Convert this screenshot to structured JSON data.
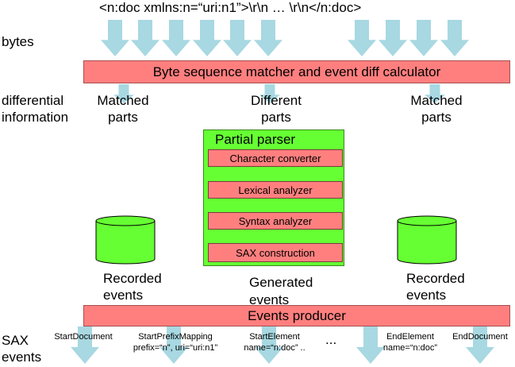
{
  "top_stream": "<n:doc xmlns:n=“uri:n1”>\\r\\n … \\r\\n</n:doc>",
  "row_labels": {
    "bytes": "bytes",
    "differential": "differential",
    "information": "information",
    "sax": "SAX",
    "events": "events"
  },
  "calculator_bar": "Byte sequence matcher and event diff calculator",
  "diff_labels": {
    "matched_left_1": "Matched",
    "matched_left_2": "parts",
    "different_1": "Different",
    "different_2": "parts",
    "matched_right_1": "Matched",
    "matched_right_2": "parts"
  },
  "partial_parser": {
    "title": "Partial parser",
    "stages": [
      "Character converter",
      "Lexical analyzer",
      "Syntax analyzer",
      "SAX construction"
    ]
  },
  "recorded_left": {
    "line1": "Recorded",
    "line2": "events"
  },
  "generated": {
    "line1": "Generated",
    "line2": "events"
  },
  "recorded_right": {
    "line1": "Recorded",
    "line2": "events"
  },
  "events_bar": "Events producer",
  "sax_events": [
    {
      "line1": "StartDocument",
      "line2": ""
    },
    {
      "line1": "StartPrefixMapping",
      "line2": "prefix=“n”, uri=“uri:n1”"
    },
    {
      "line1": "StartElement",
      "line2": "name=“n:doc” .."
    },
    {
      "line1": "...",
      "line2": ""
    },
    {
      "line1": "EndElement",
      "line2": "name=“n:doc”"
    },
    {
      "line1": "EndDocument",
      "line2": ""
    }
  ],
  "colors": {
    "arrow": "#a8d8e2",
    "bar": "#ff7f7f",
    "parser": "#66ff33",
    "cylinder": "#66ff33"
  }
}
